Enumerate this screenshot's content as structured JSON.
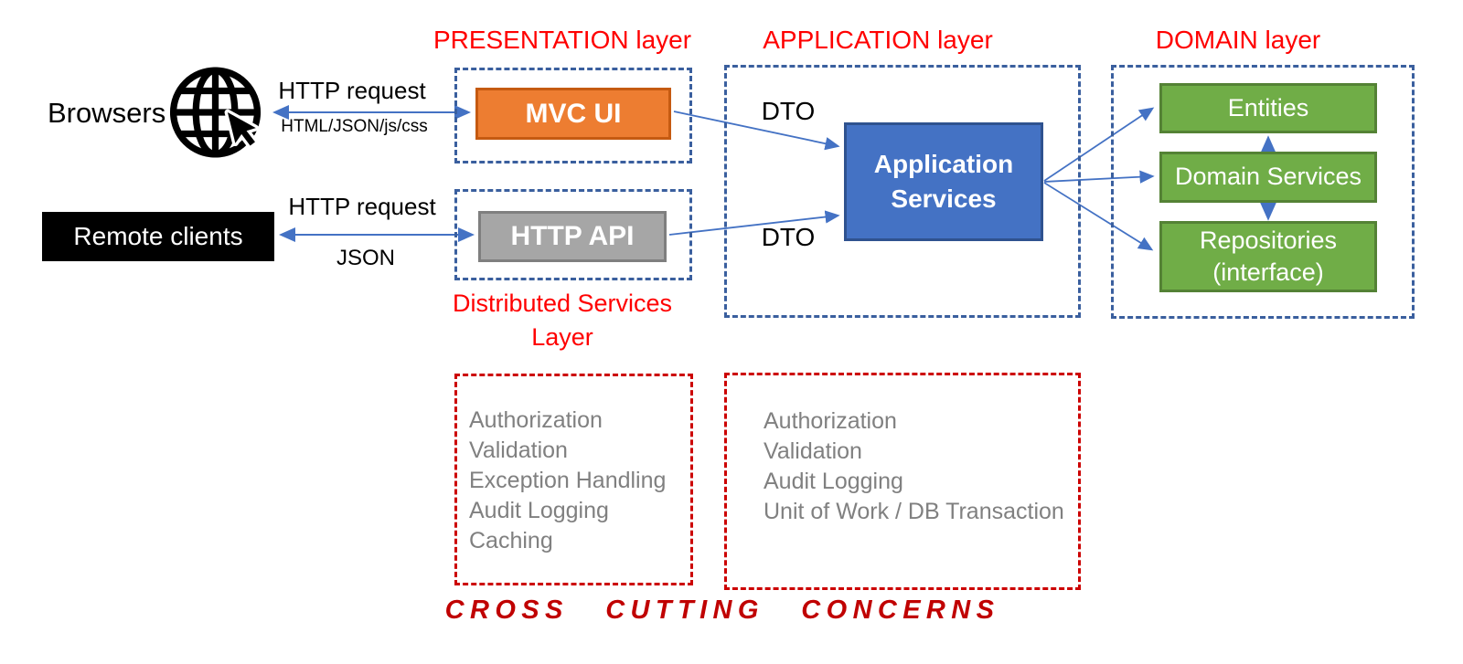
{
  "layer_titles": {
    "presentation": "PRESENTATION layer",
    "application": "APPLICATION layer",
    "domain": "DOMAIN layer",
    "distributed_services": "Distributed Services Layer"
  },
  "clients": {
    "browsers": "Browsers",
    "remote_clients": "Remote clients"
  },
  "connection_labels": {
    "browser_request": "HTTP request",
    "browser_payload": "HTML/JSON/js/css",
    "remote_request": "HTTP request",
    "remote_payload": "JSON",
    "dto_top": "DTO",
    "dto_bottom": "DTO"
  },
  "components": {
    "mvc_ui": "MVC UI",
    "http_api": "HTTP API",
    "application_services": "Application Services",
    "entities": "Entities",
    "domain_services": "Domain Services",
    "repositories": "Repositories (interface)"
  },
  "cross_cutting": {
    "title": "CROSS CUTTING CONCERNS",
    "distributed_concerns": [
      "Authorization",
      "Validation",
      "Exception Handling",
      "Audit Logging",
      "Caching"
    ],
    "application_concerns": [
      "Authorization",
      "Validation",
      "Audit Logging",
      "Unit of Work / DB Transaction"
    ]
  },
  "icons": {
    "globe_cursor": "globe-with-cursor-icon"
  },
  "colors": {
    "layer_title_red": "#FF0000",
    "cross_cutting_red": "#C00000",
    "dashed_layer_blue": "#3A5F9E",
    "dashed_concern_red": "#CC0000",
    "arrow_blue": "#4472C4",
    "mvc_orange_fill": "#ED7D31",
    "mvc_orange_border": "#C55A11",
    "http_api_gray_fill": "#A6A6A6",
    "http_api_gray_border": "#7F7F7F",
    "app_services_blue_fill": "#4472C4",
    "app_services_blue_border": "#2F528F",
    "domain_green_fill": "#70AD47",
    "domain_green_border": "#548235",
    "concern_text_gray": "#808080",
    "client_box_black": "#000000"
  }
}
